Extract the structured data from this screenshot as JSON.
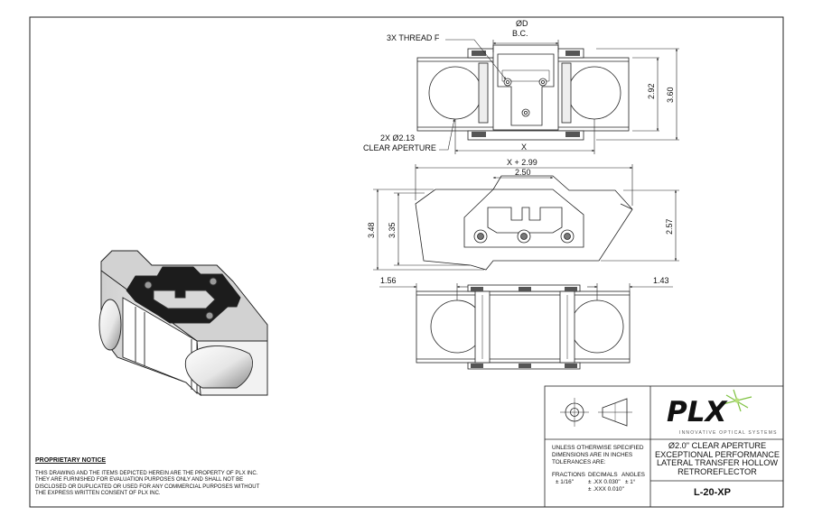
{
  "callouts": {
    "dia_d": "ØD",
    "bc": "B.C.",
    "thread": "3X THREAD F",
    "aperture_qty": "2X  Ø2.13",
    "aperture_label": "CLEAR APERTURE",
    "x": "X",
    "x_plus": "X + 2.99",
    "w250": "2.50",
    "h292": "2.92",
    "h360": "3.60",
    "h348": "3.48",
    "h335": "3.35",
    "h257": "2.57",
    "w156": "1.56",
    "w143": "1.43"
  },
  "notice": {
    "heading": "PROPRIETARY NOTICE",
    "body": "THIS DRAWING AND THE ITEMS DEPICTED HEREIN ARE THE PROPERTY OF PLX INC. THEY ARE FURNISHED FOR EVALUATION PURPOSES ONLY AND SHALL NOT BE DISCLOSED OR DUPLICATED OR USED FOR ANY COMMERCIAL PURPOSES WITHOUT THE EXPRESS WRITTEN CONSENT OF PLX INC."
  },
  "title_block": {
    "logo": "PLX",
    "tagline": "INNOVATIVE OPTICAL SYSTEMS",
    "tolerance_1": "UNLESS OTHERWISE SPECIFIED",
    "tolerance_2": "DIMENSIONS ARE IN INCHES",
    "tolerance_3": "TOLERANCES ARE:",
    "fractions": "FRACTIONS",
    "fractions_val": "± 1/16\"",
    "decimals": "DECIMALS",
    "decimals_xx": "± .XX  0.030\"",
    "decimals_xxx": "± .XXX 0.010\"",
    "angles": "ANGLES",
    "angles_val": "± 1°",
    "title": "Ø2.0\" CLEAR APERTURE EXCEPTIONAL PERFORMANCE LATERAL TRANSFER HOLLOW RETROREFLECTOR",
    "part_number": "L-20-XP"
  },
  "colors": {
    "line": "#222222",
    "accent": "#7fc241"
  }
}
